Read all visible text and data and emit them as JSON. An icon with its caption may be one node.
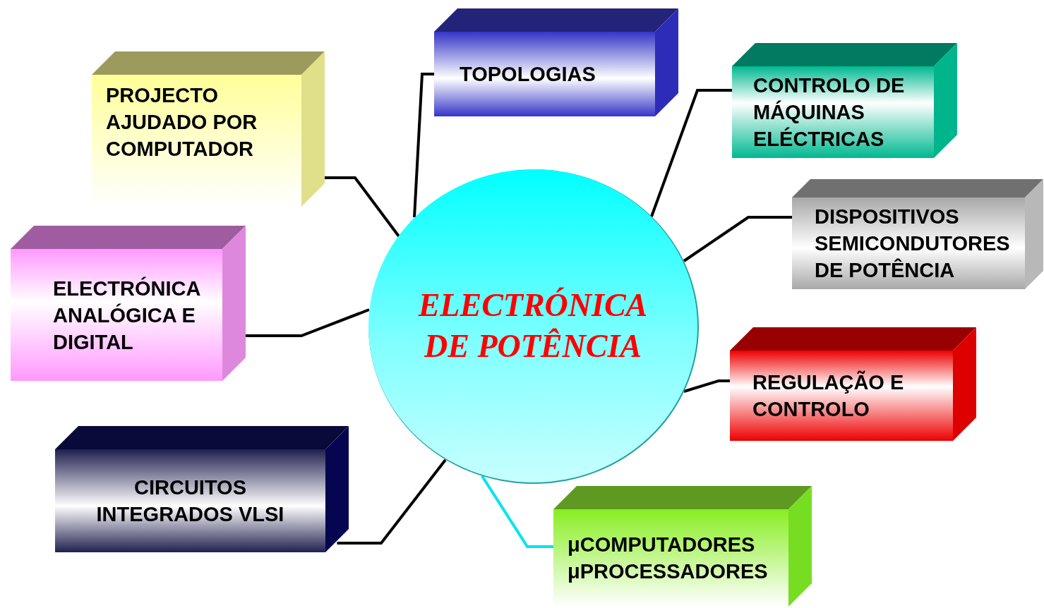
{
  "diagram": {
    "nodes": [
      {
        "text": [
          "ELECTRÓNICA DE POTÊNCIA"
        ]
      },
      {
        "text": [
          "TOPOLOGIAS"
        ]
      },
      {
        "text": [
          "PROJECTO AJUDADO POR COMPUTADOR"
        ]
      },
      {
        "text": [
          "CONTROLO DE MÁQUINAS ELÉCTRICAS"
        ]
      },
      {
        "text": [
          "DISPOSITIVOS SEMICONDUTORES DE POTÊNCIA"
        ]
      },
      {
        "text": [
          "ELECTRÓNICA ANALÓGICA E DIGITAL"
        ]
      },
      {
        "text": [
          "REGULAÇÃO E CONTROLO"
        ]
      },
      {
        "text": [
          "CIRCUITOS INTEGRADOS VLSI"
        ]
      },
      {
        "text": [
          "μCOMPUTADORES μPROCESSADORES"
        ]
      }
    ],
    "edges": [
      {
        "from": 0,
        "to": 1,
        "arrow": "none"
      },
      {
        "from": 0,
        "to": 2,
        "arrow": "none"
      },
      {
        "from": 0,
        "to": 3,
        "arrow": "none"
      },
      {
        "from": 0,
        "to": 4,
        "arrow": "none"
      },
      {
        "from": 0,
        "to": 5,
        "arrow": "none"
      },
      {
        "from": 0,
        "to": 6,
        "arrow": "none"
      },
      {
        "from": 0,
        "to": 7,
        "arrow": "none"
      },
      {
        "from": 0,
        "to": 8,
        "arrow": "none",
        "color": "#00e5ee"
      }
    ]
  }
}
